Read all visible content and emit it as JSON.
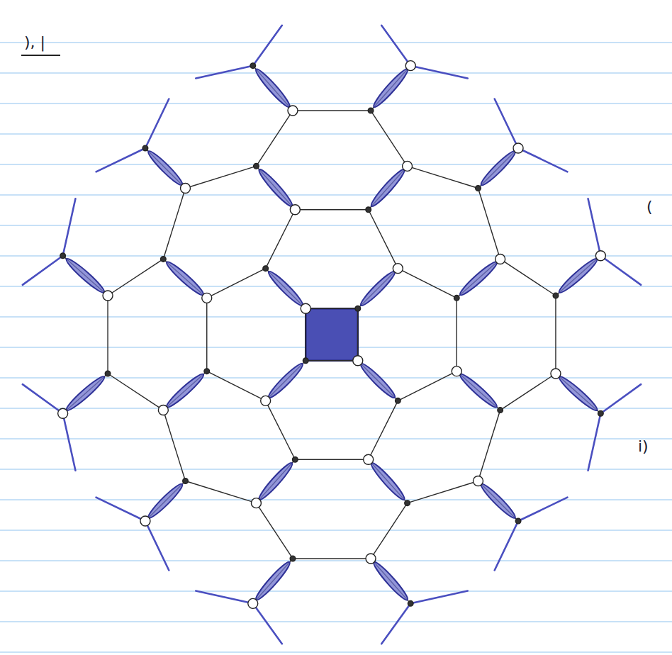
{
  "diagram": {
    "labels": [
      "), |",
      "(",
      "i)"
    ]
  }
}
